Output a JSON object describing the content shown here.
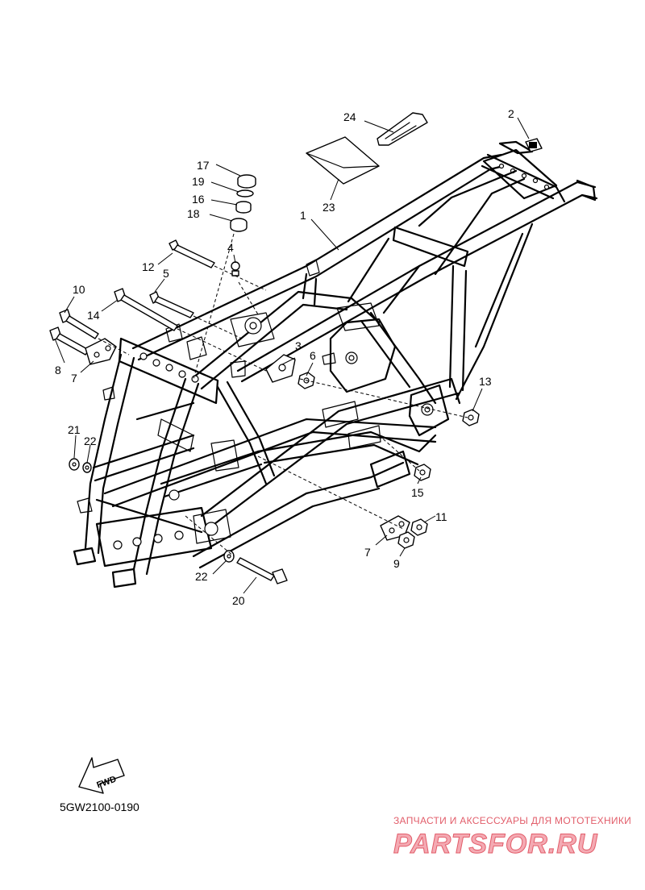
{
  "diagram": {
    "callouts": [
      {
        "id": "c1",
        "label": "1"
      },
      {
        "id": "c2",
        "label": "2"
      },
      {
        "id": "c3",
        "label": "3"
      },
      {
        "id": "c4",
        "label": "4"
      },
      {
        "id": "c5",
        "label": "5"
      },
      {
        "id": "c6",
        "label": "6"
      },
      {
        "id": "c7a",
        "label": "7"
      },
      {
        "id": "c7b",
        "label": "7"
      },
      {
        "id": "c8",
        "label": "8"
      },
      {
        "id": "c9",
        "label": "9"
      },
      {
        "id": "c10",
        "label": "10"
      },
      {
        "id": "c11",
        "label": "11"
      },
      {
        "id": "c12",
        "label": "12"
      },
      {
        "id": "c13",
        "label": "13"
      },
      {
        "id": "c14",
        "label": "14"
      },
      {
        "id": "c15",
        "label": "15"
      },
      {
        "id": "c16",
        "label": "16"
      },
      {
        "id": "c17",
        "label": "17"
      },
      {
        "id": "c18",
        "label": "18"
      },
      {
        "id": "c19",
        "label": "19"
      },
      {
        "id": "c20",
        "label": "20"
      },
      {
        "id": "c21",
        "label": "21"
      },
      {
        "id": "c22a",
        "label": "22"
      },
      {
        "id": "c22b",
        "label": "22"
      },
      {
        "id": "c23",
        "label": "23"
      },
      {
        "id": "c24",
        "label": "24"
      }
    ],
    "fwd_label": "FWD",
    "diagram_code": "5GW2100-0190"
  },
  "watermark": {
    "tagline": "ЗАПЧАСТИ И АКСЕССУАРЫ ДЛЯ МОТОТЕХНИКИ",
    "brand": "PARTSFOR.RU",
    "color": "#e25d6a"
  }
}
